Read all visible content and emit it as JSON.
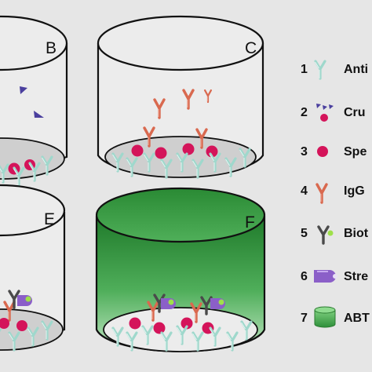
{
  "panels": [
    {
      "letter": "B"
    },
    {
      "letter": "C"
    },
    {
      "letter": "E"
    },
    {
      "letter": "F"
    }
  ],
  "legend": [
    {
      "number": "1",
      "label": "Anti",
      "icon": "capture-antibody-icon"
    },
    {
      "number": "2",
      "label": "Cru",
      "icon": "crude-mixture-icon"
    },
    {
      "number": "3",
      "label": "Spe",
      "icon": "specific-antigen-icon"
    },
    {
      "number": "4",
      "label": "IgG",
      "icon": "igg-antibody-icon"
    },
    {
      "number": "5",
      "label": "Biot",
      "icon": "biotin-antibody-icon"
    },
    {
      "number": "6",
      "label": "Stre",
      "icon": "streptavidin-icon"
    },
    {
      "number": "7",
      "label": "ABT",
      "icon": "abts-cylinder-icon"
    }
  ],
  "colors": {
    "background": "#e6e6e6",
    "well_floor": "#d4d4d4",
    "capture_antibody": "#9fd8cc",
    "igg": "#e0745a",
    "antigen": "#d4145a",
    "crude": "#4a3f9e",
    "biotin_antibody": "#555555",
    "biotin": "#9fe04a",
    "streptavidin": "#8b5fc8",
    "abts_green": "#2e9b3a"
  }
}
